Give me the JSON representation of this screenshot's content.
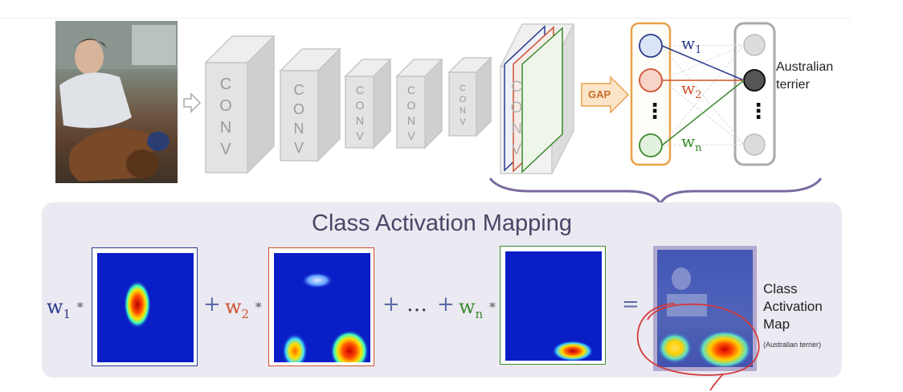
{
  "top": {
    "conv_letters": [
      "C",
      "O",
      "N",
      "V"
    ],
    "gap_label": "GAP",
    "weights": [
      "w",
      "w",
      "w"
    ],
    "weight_subs": [
      "1",
      "2",
      "n"
    ],
    "output_label_line1": "Australian",
    "output_label_line2": "terrier",
    "dots": "⋮"
  },
  "bottom": {
    "title": "Class Activation Mapping",
    "coef1": "w",
    "coef1_sub": "1",
    "coef2": "w",
    "coef2_sub": "2",
    "coefn": "w",
    "coefn_sub": "n",
    "star": "*",
    "plus": "+",
    "ellipsis": "…",
    "equals": "=",
    "result_line1": "Class",
    "result_line2": "Activation",
    "result_line3": "Map",
    "result_note": "(Australian terrier)"
  },
  "colors": {
    "blue": "#2a3a8c",
    "red": "#d0502e",
    "green": "#3a8a2e",
    "orange": "#e8a14a",
    "purple": "#7a6aa0"
  }
}
